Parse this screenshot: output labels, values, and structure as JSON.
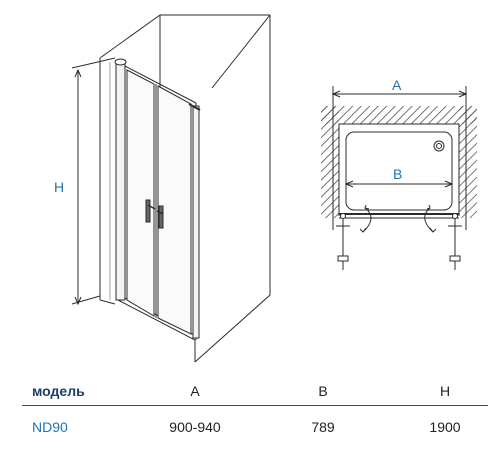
{
  "diagram": {
    "height_label": "H",
    "width_label_A": "A",
    "width_label_B": "B",
    "line_color": "#2b2b2b",
    "accent_color": "#1f74b4"
  },
  "specs": {
    "headers": {
      "model": "модель",
      "a": "A",
      "b": "B",
      "h": "H"
    },
    "rows": [
      {
        "model": "ND90",
        "a": "900-940",
        "b": "789",
        "h": "1900"
      }
    ]
  }
}
